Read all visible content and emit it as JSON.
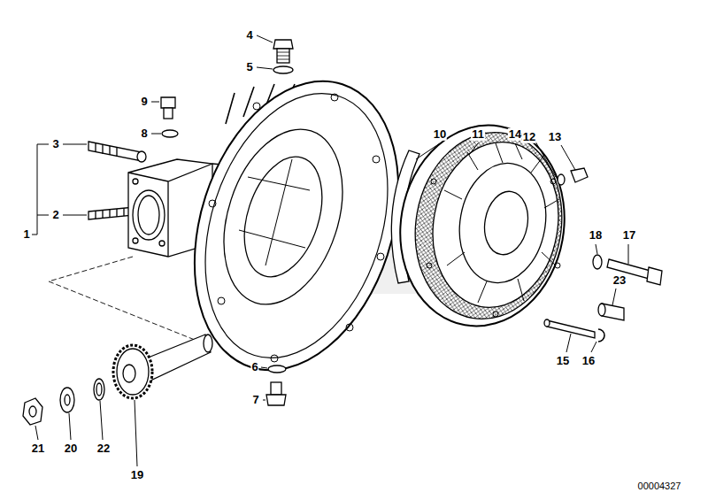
{
  "diagram": {
    "labels": [
      "1",
      "2",
      "3",
      "4",
      "5",
      "6",
      "7",
      "8",
      "9",
      "10",
      "11",
      "12",
      "13",
      "14",
      "15",
      "16",
      "17",
      "18",
      "19",
      "20",
      "21",
      "22",
      "23",
      "00004327"
    ]
  }
}
